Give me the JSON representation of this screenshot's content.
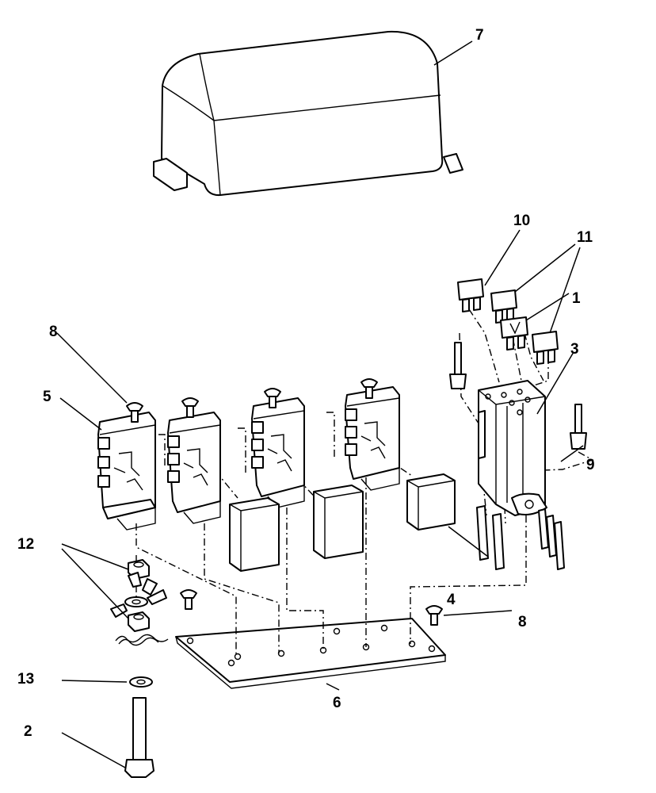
{
  "callouts": [
    {
      "id": "1",
      "text": "1"
    },
    {
      "id": "2",
      "text": "2"
    },
    {
      "id": "3",
      "text": "3"
    },
    {
      "id": "4",
      "text": "4"
    },
    {
      "id": "5",
      "text": "5"
    },
    {
      "id": "6",
      "text": "6"
    },
    {
      "id": "7",
      "text": "7"
    },
    {
      "id": "8a",
      "text": "8"
    },
    {
      "id": "8b",
      "text": "8"
    },
    {
      "id": "9",
      "text": "9"
    },
    {
      "id": "10",
      "text": "10"
    },
    {
      "id": "11",
      "text": "11"
    },
    {
      "id": "12",
      "text": "12"
    },
    {
      "id": "13",
      "text": "13"
    }
  ]
}
